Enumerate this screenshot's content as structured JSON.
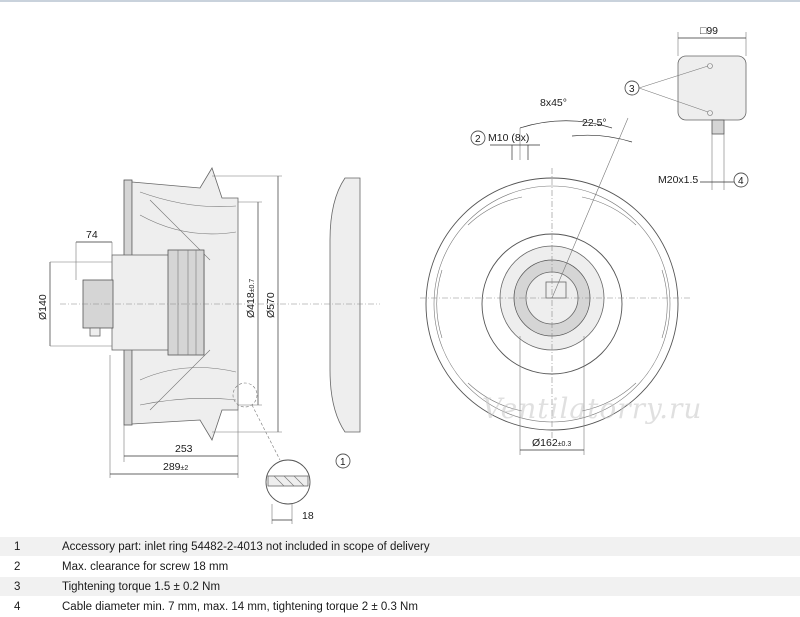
{
  "dimensions": {
    "width_74": "74",
    "dia_140": "Ø140",
    "dia_418": "Ø418",
    "dia_418_tol": "±0.7",
    "dia_570": "Ø570",
    "len_253": "253",
    "len_289": "289",
    "len_289_tol": "±2",
    "len_18": "18",
    "angle_8x45": "8x45°",
    "angle_22_5": "22.5°",
    "thread_m10": "M10 (8x)",
    "dia_162": "Ø162",
    "dia_162_tol": "±0.3",
    "box_99": "□99",
    "gland_m20": "M20x1.5"
  },
  "callouts": {
    "c1": "1",
    "c2": "2",
    "c3": "3",
    "c4": "4"
  },
  "watermark": "Ventilatorry.ru",
  "notes": [
    {
      "num": "1",
      "text": "Accessory part: inlet ring 54482-2-4013 not included in scope of delivery"
    },
    {
      "num": "2",
      "text": "Max. clearance for screw 18 mm"
    },
    {
      "num": "3",
      "text": "Tightening torque 1.5 ± 0.2 Nm"
    },
    {
      "num": "4",
      "text": "Cable diameter min. 7 mm, max. 14 mm, tightening torque 2 ± 0.3 Nm"
    }
  ]
}
